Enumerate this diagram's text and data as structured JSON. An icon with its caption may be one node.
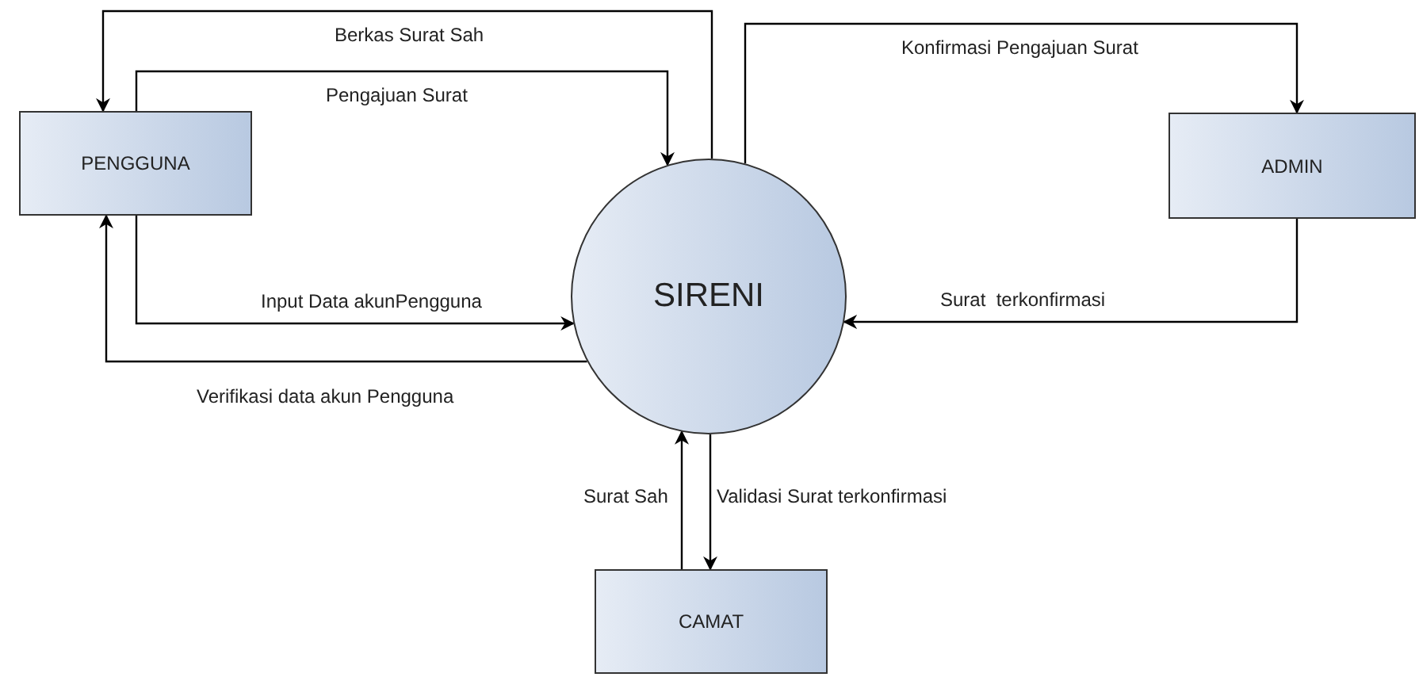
{
  "diagram": {
    "nodes": [
      {
        "text": [
          "PENGGUNA"
        ]
      },
      {
        "text": [
          "SIRENI"
        ]
      },
      {
        "text": [
          "ADMIN"
        ]
      },
      {
        "text": [
          "CAMAT"
        ]
      }
    ],
    "edges": [
      {
        "from": 1,
        "to": 0,
        "arrow": "to",
        "label": "Berkas Surat Sah"
      },
      {
        "from": 0,
        "to": 1,
        "arrow": "to",
        "label": "Pengajuan Surat"
      },
      {
        "from": 1,
        "to": 2,
        "arrow": "to",
        "label": "Konfirmasi Pengajuan Surat"
      },
      {
        "from": 2,
        "to": 1,
        "arrow": "to",
        "label": "Surat  terkonfirmasi"
      },
      {
        "from": 0,
        "to": 1,
        "arrow": "to",
        "label": "Input Data akunPengguna"
      },
      {
        "from": 1,
        "to": 0,
        "arrow": "to",
        "label": "Verifikasi data akun Pengguna"
      },
      {
        "from": 3,
        "to": 1,
        "arrow": "to",
        "label": "Surat Sah"
      },
      {
        "from": 1,
        "to": 3,
        "arrow": "to",
        "label": "Validasi Surat terkonfirmasi"
      }
    ]
  }
}
